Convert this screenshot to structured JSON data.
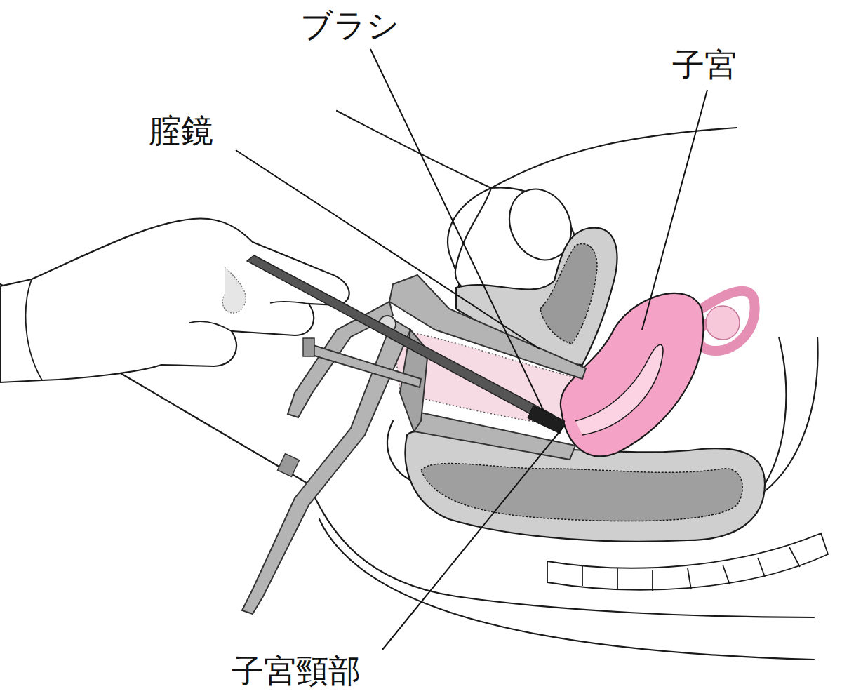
{
  "diagram": {
    "labels": [
      "ブラシ",
      "子宮",
      "腟鏡",
      "子宮頸部"
    ]
  }
}
